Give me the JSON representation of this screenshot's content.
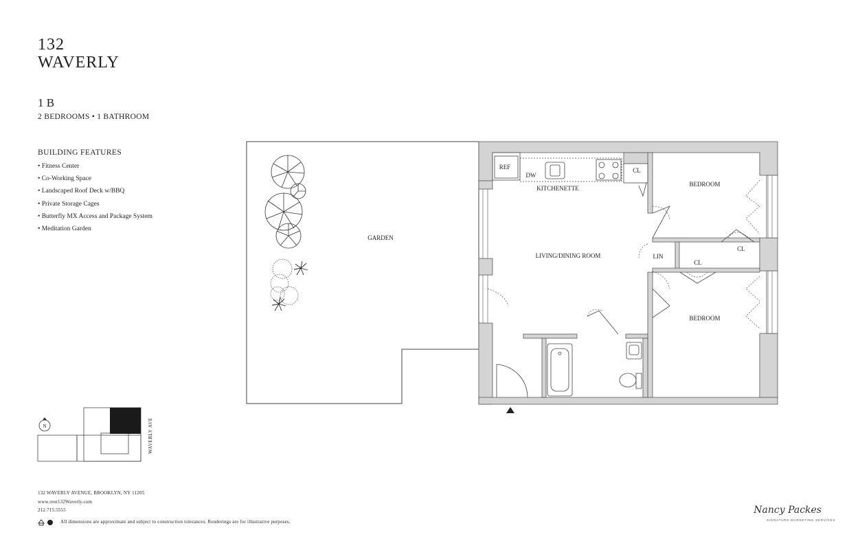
{
  "header": {
    "line1": "132",
    "line2": "WAVERLY"
  },
  "unit": {
    "name": "1 B",
    "summary": "2 BEDROOMS • 1 BATHROOM"
  },
  "features": {
    "heading": "BUILDING FEATURES",
    "items": [
      "• Fitness Center",
      "• Co-Working Space",
      "• Landscaped Roof Deck w/BBQ",
      "• Private Storage Cages",
      "• Butterfly MX Access and Package System",
      "• Meditation Garden"
    ]
  },
  "plan": {
    "garden": "GARDEN",
    "ref": "REF",
    "dw": "DW",
    "kitchenette": "KITCHENETTE",
    "cl_top": "CL",
    "bedroom_top": "BEDROOM",
    "living": "LIVING/DINING ROOM",
    "lin": "LIN",
    "cl_mid": "CL",
    "cl_right": "CL",
    "bedroom_bottom": "BEDROOM"
  },
  "keyplan": {
    "north": "N",
    "street": "WAVERLY AVE"
  },
  "footer": {
    "address": "132 WAVERLY AVENUE,  BROOKLYN, NY 11205",
    "website": "www.rent132Waverly.com",
    "phone": "212.715.5555",
    "disclaimer": "All dimensions are approximate and subject to construction tolerances. Renderings are for illustrative purposes."
  },
  "logo": {
    "script": "Nancy Packes",
    "tagline": "SIGNATURE MARKETING SERVICES"
  },
  "colors": {
    "wall": "#d4d4d4",
    "ink": "#1f1f1f",
    "keyplan_fill": "#1a1a1a"
  }
}
